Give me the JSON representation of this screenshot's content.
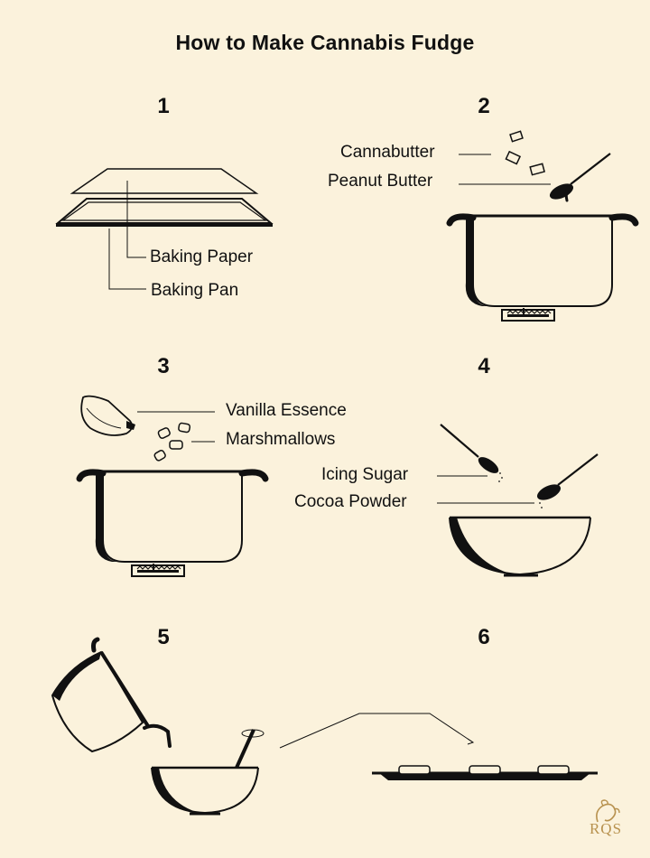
{
  "title": "How to Make Cannabis Fudge",
  "steps": [
    {
      "number": "1",
      "labels": [
        "Baking Paper",
        "Baking Pan"
      ]
    },
    {
      "number": "2",
      "labels": [
        "Cannabutter",
        "Peanut Butter"
      ]
    },
    {
      "number": "3",
      "labels": [
        "Vanilla Essence",
        "Marshmallows"
      ]
    },
    {
      "number": "4",
      "labels": [
        "Icing Sugar",
        "Cocoa Powder"
      ]
    },
    {
      "number": "5",
      "labels": []
    },
    {
      "number": "6",
      "labels": []
    }
  ],
  "logo": {
    "text": "RQS"
  },
  "colors": {
    "background": "#fbf2dc",
    "ink": "#111111",
    "logo": "#b8924f"
  }
}
